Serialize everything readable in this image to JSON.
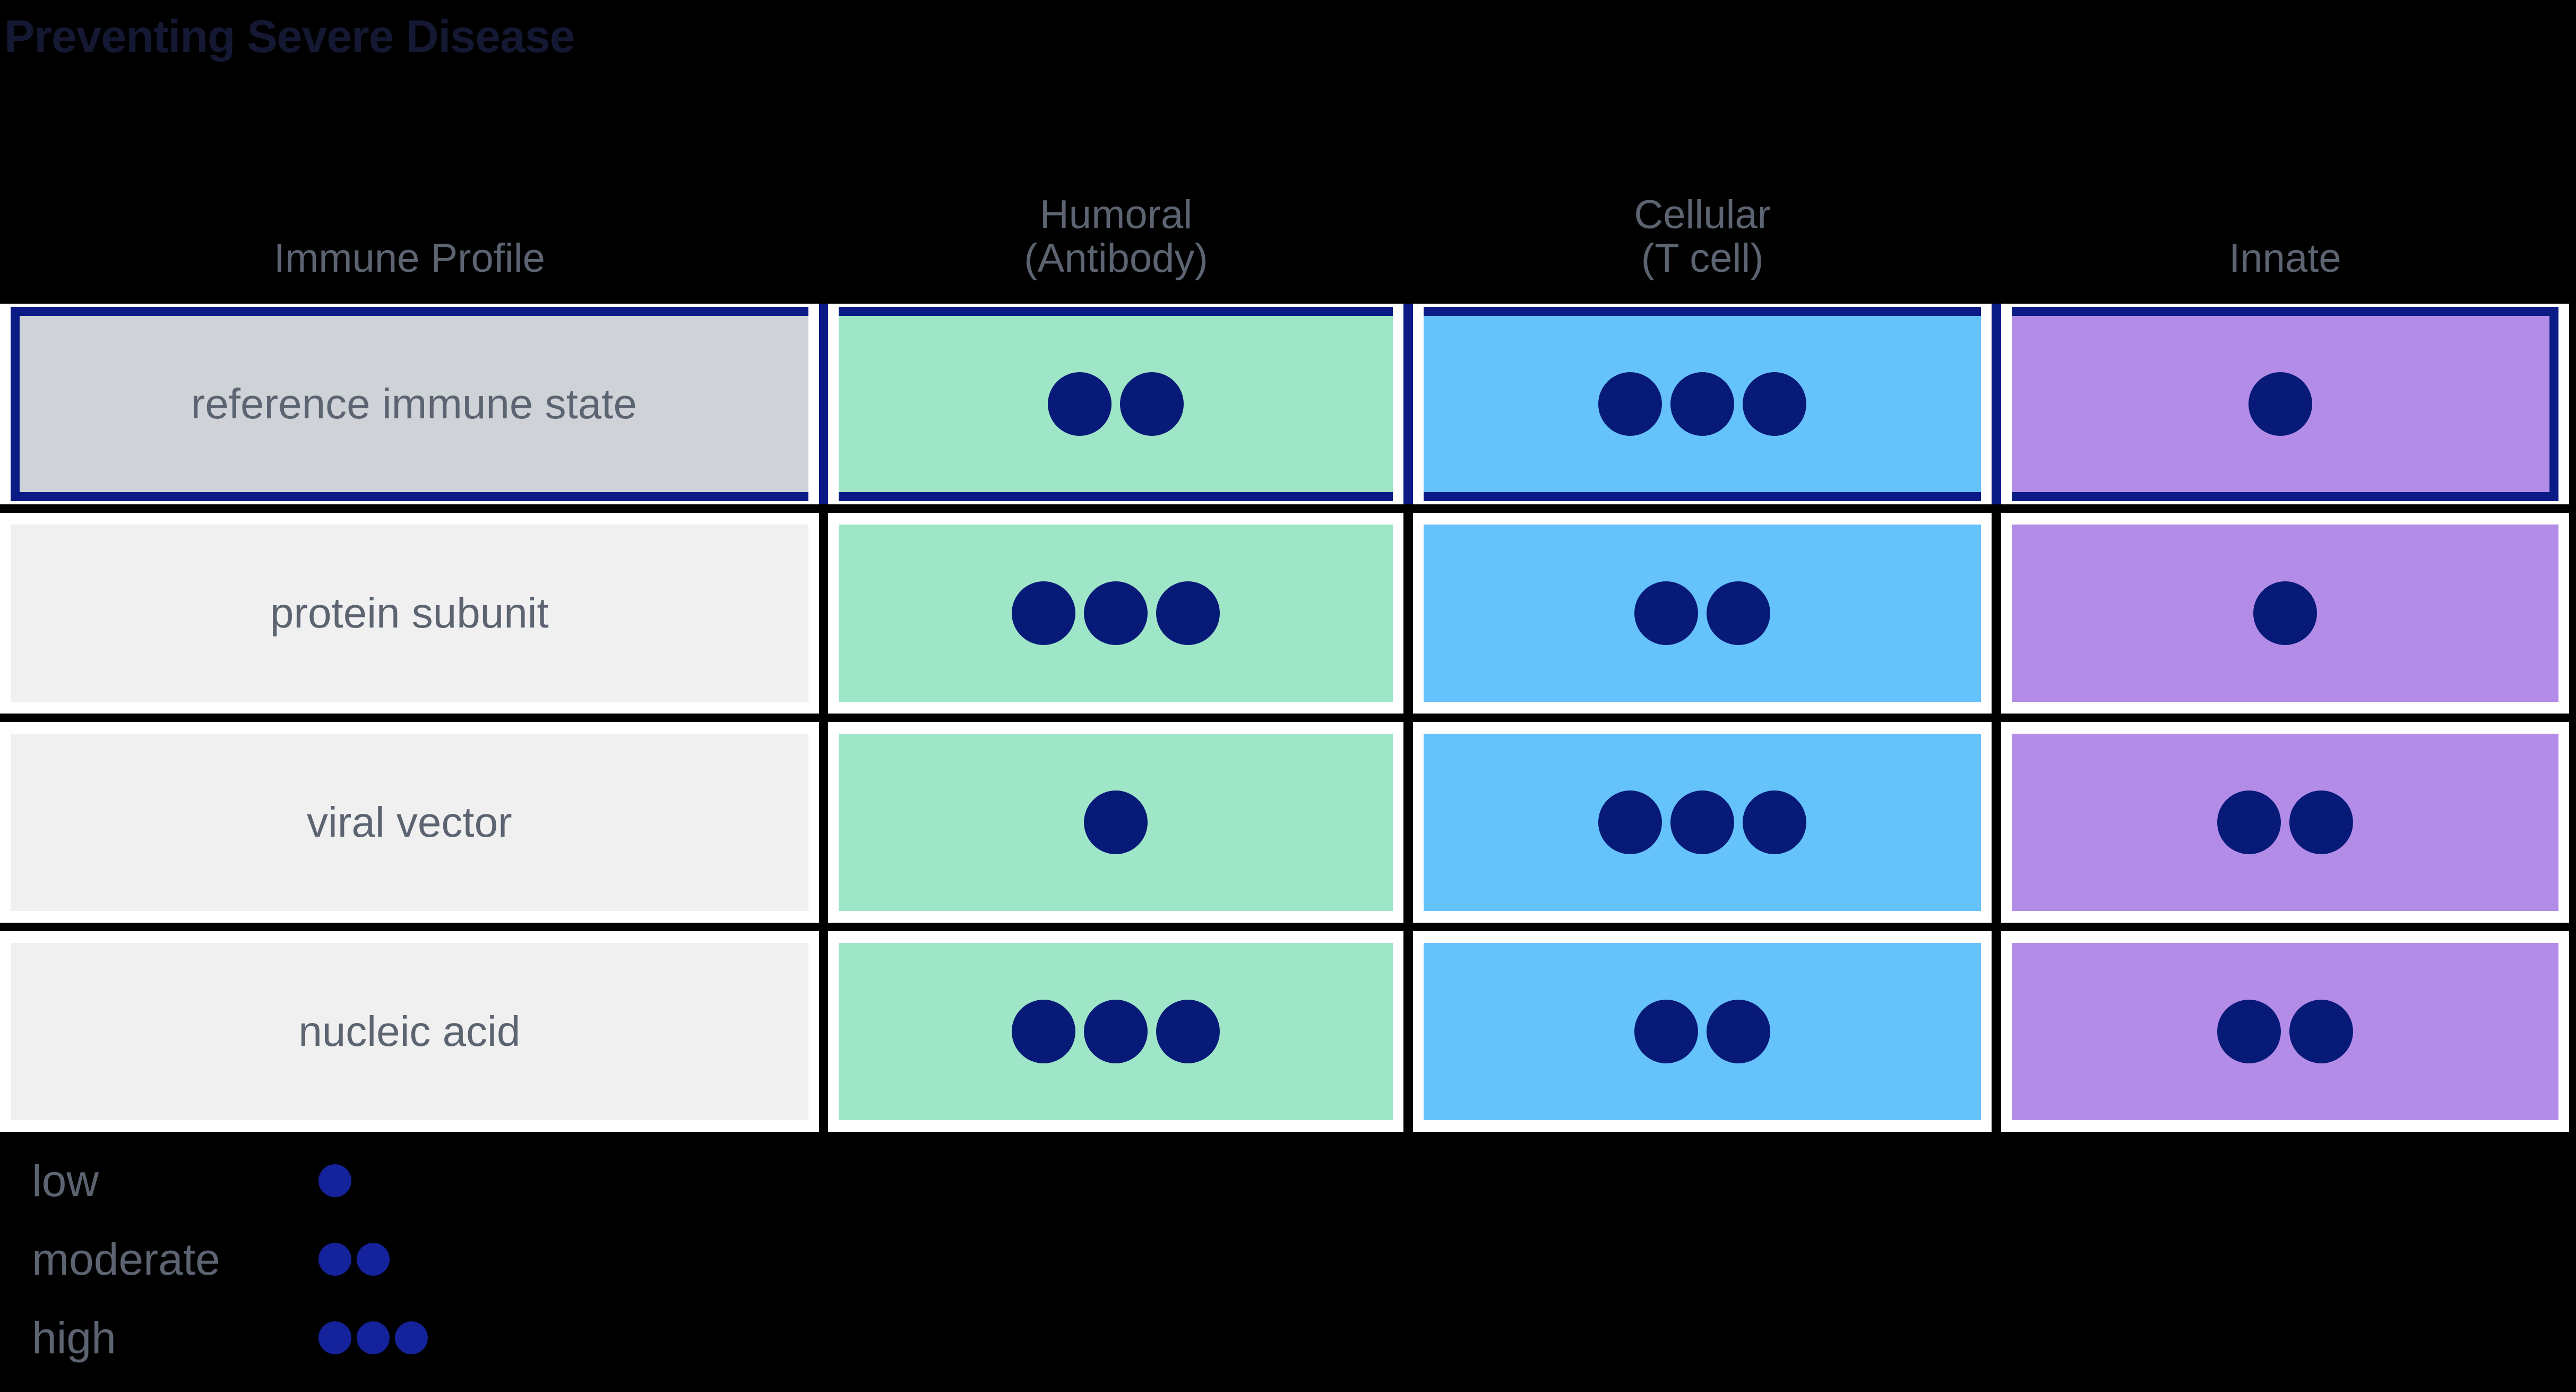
{
  "title": "Preventing Severe Disease",
  "colors": {
    "background": "#000000",
    "title": "#151832",
    "header_text": "#5C6471",
    "dot": "#071A77",
    "legend_dot": "#14239B",
    "highlight_border": "#0B1B86",
    "card": "#FFFFFF",
    "col_humoral": "#9FE6C8",
    "col_cellular": "#66C2FB",
    "col_innate": "#B38CE8",
    "row_label_highlight": "#CFD3D8",
    "row_label_default": "#F0F0F0"
  },
  "headers": [
    {
      "line1": "Immune Profile",
      "line2": ""
    },
    {
      "line1": "Humoral",
      "line2": "(Antibody)"
    },
    {
      "line1": "Cellular",
      "line2": "(T cell)"
    },
    {
      "line1": "Innate",
      "line2": ""
    }
  ],
  "rows": [
    {
      "label": "reference immune state",
      "highlight": true,
      "humoral": 2,
      "cellular": 3,
      "innate": 1
    },
    {
      "label": "protein subunit",
      "highlight": false,
      "humoral": 3,
      "cellular": 2,
      "innate": 1
    },
    {
      "label": "viral vector",
      "highlight": false,
      "humoral": 1,
      "cellular": 3,
      "innate": 2
    },
    {
      "label": "nucleic acid",
      "highlight": false,
      "humoral": 3,
      "cellular": 2,
      "innate": 2
    }
  ],
  "legend": [
    {
      "label": "low",
      "count": 1
    },
    {
      "label": "moderate",
      "count": 2
    },
    {
      "label": "high",
      "count": 3
    }
  ],
  "chart_data": {
    "type": "table",
    "title": "Preventing Severe Disease",
    "columns": [
      "Immune Profile",
      "Humoral (Antibody)",
      "Cellular (T cell)",
      "Innate"
    ],
    "rows": [
      {
        "Immune Profile": "reference immune state",
        "Humoral (Antibody)": 2,
        "Cellular (T cell)": 3,
        "Innate": 1
      },
      {
        "Immune Profile": "protein subunit",
        "Humoral (Antibody)": 3,
        "Cellular (T cell)": 2,
        "Innate": 1
      },
      {
        "Immune Profile": "viral vector",
        "Humoral (Antibody)": 1,
        "Cellular (T cell)": 3,
        "Innate": 2
      },
      {
        "Immune Profile": "nucleic acid",
        "Humoral (Antibody)": 3,
        "Cellular (T cell)": 2,
        "Innate": 2
      }
    ],
    "scale": {
      "1": "low",
      "2": "moderate",
      "3": "high"
    },
    "legend_position": "bottom-left",
    "highlighted_row": "reference immune state"
  }
}
